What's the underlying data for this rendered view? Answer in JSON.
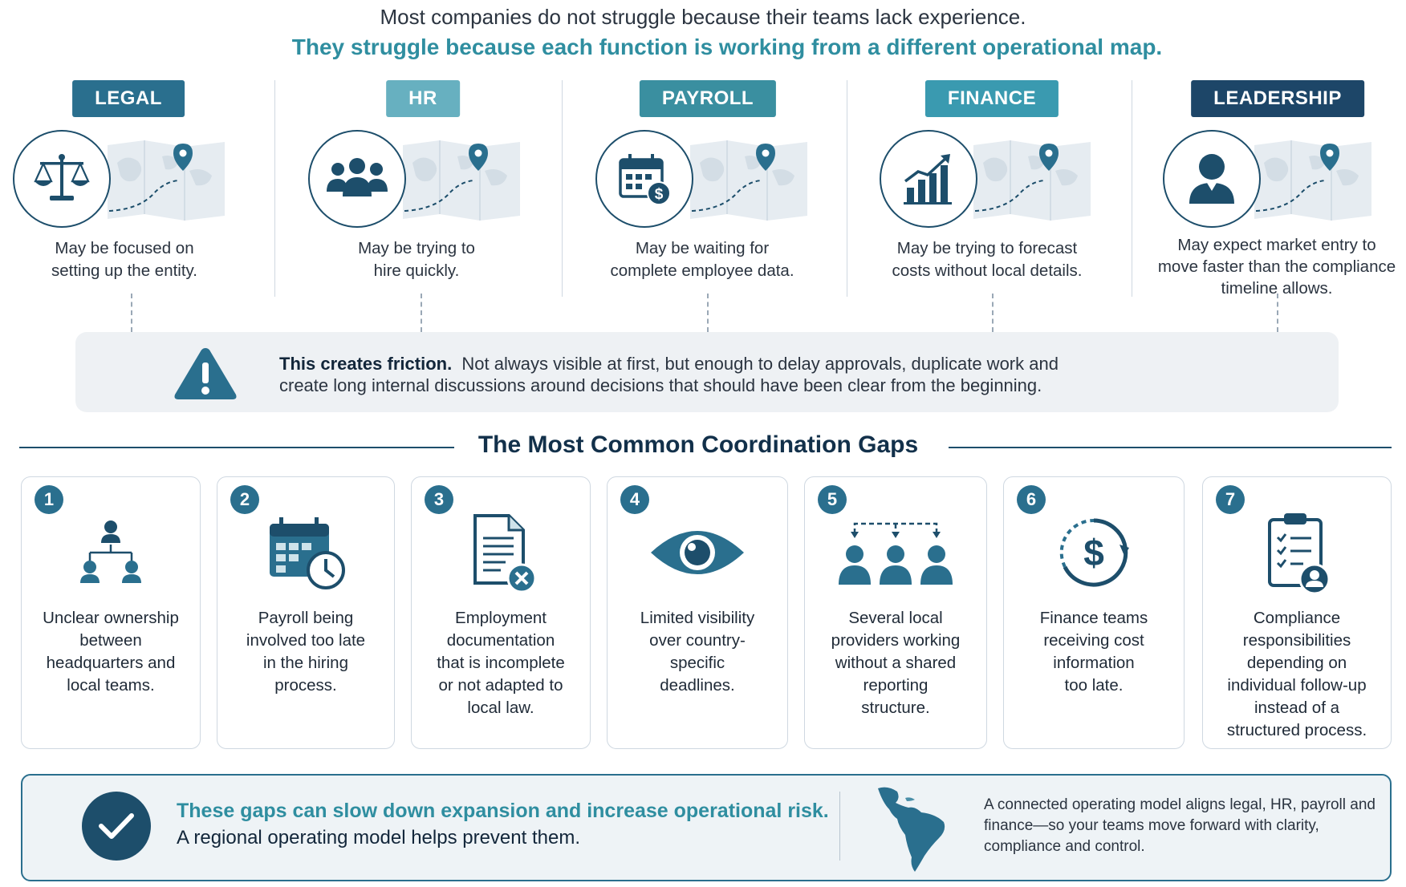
{
  "intro": {
    "line1": "Most companies do not struggle because their teams lack experience.",
    "line2": "They struggle because each function is working from a different operational map."
  },
  "functions": [
    {
      "label": "LEGAL",
      "icon": "scales-icon",
      "color": "#2a6f8e",
      "text": "May be focused on\nsetting up the entity."
    },
    {
      "label": "HR",
      "icon": "team-icon",
      "color": "#67b0c0",
      "text": "May be trying to\nhire quickly."
    },
    {
      "label": "PAYROLL",
      "icon": "payroll-calendar-icon",
      "color": "#3a8fa0",
      "text": "May be waiting for\ncomplete employee data."
    },
    {
      "label": "FINANCE",
      "icon": "growth-chart-icon",
      "color": "#3a9ab0",
      "text": "May be trying to forecast\ncosts without local details."
    },
    {
      "label": "LEADERSHIP",
      "icon": "person-icon",
      "color": "#1d4668",
      "text": "May expect market entry to\nmove faster than the compliance\ntimeline allows."
    }
  ],
  "friction": {
    "bold": "This creates friction.",
    "text": "Not always visible at first, but enough to delay approvals, duplicate work and",
    "text2": "create long internal discussions around decisions that should have been clear from the beginning."
  },
  "gaps": {
    "title": "The Most Common Coordination Gaps",
    "items": [
      {
        "num": "1",
        "icon": "org-chart-icon",
        "text": "Unclear ownership\nbetween\nheadquarters and\nlocal teams."
      },
      {
        "num": "2",
        "icon": "calendar-clock-icon",
        "text": "Payroll being\ninvolved too late\nin the hiring\nprocess."
      },
      {
        "num": "3",
        "icon": "document-error-icon",
        "text": "Employment\ndocumentation\nthat is incomplete\nor not adapted to\nlocal law."
      },
      {
        "num": "4",
        "icon": "eye-icon",
        "text": "Limited visibility\nover country-\nspecific\ndeadlines."
      },
      {
        "num": "5",
        "icon": "providers-icon",
        "text": "Several local\nproviders working\nwithout a shared\nreporting\nstructure."
      },
      {
        "num": "6",
        "icon": "dollar-cycle-icon",
        "text": "Finance teams\nreceiving cost\ninformation\ntoo late."
      },
      {
        "num": "7",
        "icon": "clipboard-person-icon",
        "text": "Compliance\nresponsibilities\ndepending on\nindividual follow-up\ninstead of a\nstructured process."
      }
    ]
  },
  "bottom": {
    "headline": "These gaps can slow down expansion and increase operational risk.",
    "sub": "A regional operating model helps prevent them.",
    "right": "A connected operating model aligns legal, HR, payroll and finance—so your teams move forward with clarity, compliance and control."
  },
  "colors": {
    "navy": "#1d4e6b",
    "teal": "#2f8ea0",
    "card_border": "#cfd8e1",
    "panel_bg": "#eef1f4"
  }
}
